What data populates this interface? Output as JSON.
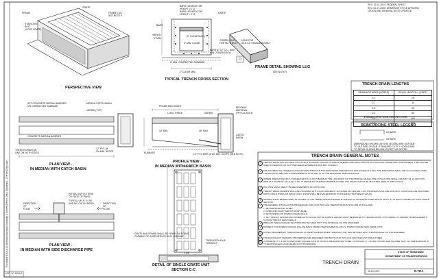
{
  "header": {
    "rev_line1": "REV. 10-31-2014: FEDERAL SHEET",
    "rev_line2": "REV. 01-27-2020: DRAWINGS STYLE UPDATED",
    "rev_line3": "LOGOS AND GENERAL NOTE UPDATED"
  },
  "left_margin_path": "P:\\Indiana 4-B-4 4-B-4\\Details\\Standard Drawings & Sheets\\Trench Drain Drawings\\...\\Trench Drain.dgn",
  "perspective": {
    "title": "PERSPECTIVE VIEW",
    "grate": "GRATE",
    "frame_lug": "FRAME LUG",
    "see_note": "SEE NOTE 9",
    "frame": "FRAME",
    "stainless": "STAINLESS",
    "bolt": "BOLT",
    "per_grate": "(4 PER GRATE)"
  },
  "cross_section": {
    "title": "TYPICAL TRENCH CROSS SECTION",
    "bars_top": "BARS HOOKED FOR",
    "height": "HEIGHT ≥ 1'-6\"",
    "bars_rest": "BARS HOOKED FOR",
    "height2": "HEIGHT < 1'-6\"",
    "grate": "GRATE",
    "bars_x": "BARS",
    "varies": "VARIES",
    "six_min": "6\" MIN.",
    "cl_max": "(2\" CLEAR MAX.)",
    "clr_min": "2\" MIN. CLEAR",
    "bars_c": "BARS AT 12\" O.C. MAX.",
    "min_each": "MIN. 2 BARS EACH",
    "cored": "CORED HOLE",
    "for_bolt": "FOR NO. 6 BOLT",
    "six_bottom": "6\" MIN. COMPACTED SUBBASE",
    "clr_min2": "2\" CLEAR MIN.",
    "hole": "HOLE FOR",
    "stainless": "5/16 x 3\" STAINLESS BOLT"
  },
  "frame_detail": {
    "title": "FRAME DETAIL SHOWING LUG",
    "see_note": "SEE NOTE 9"
  },
  "lengths": {
    "title": "TRENCH DRAIN LENGTHS",
    "col1": "DRAINAGE AREA (ACRES)",
    "col2": "REQ'D LENGTH L (FEET)",
    "rows": [
      [
        "0.1",
        "20"
      ],
      [
        "0.2",
        "40"
      ],
      [
        "0.3",
        "60"
      ],
      [
        "0.4",
        "80"
      ],
      [
        "0.5",
        "100"
      ],
      [
        "0.6",
        "120"
      ]
    ],
    "footnote": "★ BASED ON 50 YEAR DESIGN STORM"
  },
  "steel": {
    "title": "REINFORCING STEEL LEGEND",
    "a": "#4 BARS",
    "b": "#4 BARS",
    "note1": "DIMENSIONS SHOWN ON THIS LEGEND ARE OUTSIDE",
    "note2": "TO OUTSIDE OF BAR. STANDARD CUTS + HOOKS ARE",
    "note3": "TO DETAIL SHOWN BELOW, EXCEPT AS NOTED."
  },
  "plan_basin": {
    "title": "PLAN VIEW -",
    "subtitle": "IN MEDIAN WITH CATCH BASIN",
    "median_barrier": "SET CONCRETE MEDIAN BARRIER",
    "compacted": "ON COMPACTED SUBBASE",
    "median_catch": "MEDIAN CATCH BASIN",
    "varies": "VARIES (TYP.)",
    "concrete": "CONCRETE MEDIAN BARRIER",
    "trench": "TRENCH DRAIN (IN",
    "one_on": "ONE OR BOTH SIDES",
    "pvc": "12\" PVC @",
    "slope": "2% MIN. SLOPE"
  },
  "profile": {
    "title": "PROFILE VIEW -",
    "subtitle": "IN MEDIAN WITH CATCH BASIN",
    "frame": "FRAME AND GRATE",
    "long": "LONG THREE",
    "varies": "VARIES",
    "bedding": "BEDDING",
    "material": "MATERIAL",
    "pipe": "(PIPE-CLASS B",
    "catch": "CATCH",
    "basin": "BASIN",
    "eighteen": "18\" MIN.",
    "subbase": "SUBBASE",
    "slope": "12\" PVC PIPE @ 2% MIN. SLOPE (SEE NOTE)",
    "min": "36\" MAX."
  },
  "grate_detail": {
    "title": "DETAIL OF SINGLE GRATE UNIT",
    "section": "SECTION C-C",
    "four_bars": "4 BRCKS",
    "grate_note1": "GRATE AND FRAME SHALL BE HEAVY DUTY AND",
    "grate_note2": "CAPABLE OF SUPPORTING HS-20 LOADING",
    "threaded": "THREADED HOLE",
    "for_bolt": "FOR BOLT",
    "dims": "2 3/8\""
  },
  "plan_side": {
    "title": "PLAN VIEW -",
    "subtitle": "IN MEDIAN WITH SIDE DISCHARGE PIPE",
    "hr": "HR DIA. BOP (EXTEND",
    "edge": "TO EDGE OF PAVE)",
    "type": "TYPE 61 UP, R, G, RE",
    "and": "AND MC CATCH BASIN",
    "direction": "DIRECTION",
    "of": "OF",
    "flow": "FLOW"
  },
  "notes": {
    "title": "TRENCH DRAIN GENERAL NOTES",
    "items": [
      "TRENCH DRAIN MAY BE USED TO COLLECT ROADWAY RUNOFF IN AREAS WHERE LONG SECTIONS OF FLAT PROFILE GRADE ARE UNAVOIDABLE. THEY MAY BE USED IN MEDIANS OR IN OTHER AREAS WHERE RUNOFF MAY COLLECT.",
      "THE MAXIMUM ALLOWABLE OUTFLOW RATE THROUGH THE DISCHARGE PIPE SHOULD NOT EXCEED 4.0 CFS. THE DISCHARGE SHALL BE CALCULATED USING THE RATIONAL METHOD AS DESCRIBED IN CHAPTER 31 OF THE DRAINAGE DESIGN MANUAL.",
      "WHERE TRENCH DRAIN IS CONNECTED TO A CATCH BASIN AT THE LOW POINT OF THE PROFILE GRADE, THE OUTLET PIPE SHALL CONSIST OF 12-INCH PVC PIPE AT A SLOPE OF AT LEAST 2.0%. IN ORDER TO MAINTAIN MINIMUM COVER, THE TRENCH MUST BE 36 INCHES DEEP AT THE OUTLET.",
      "PVC PIPE SHALL MEET THE REQUIREMENTS OF ASTM F949.",
      "TRENCH DRAIN FRAMES SHALL BE PROVIDED WITH LUGS SPACED AT 12 INCHES ON CENTER. LUG THICKNESS SHALL BE 3/16 INCH. LUGS SHALL BE PROVIDED WITH A HOLE THROUGH WHICH A NO. 4 BAR SHALL BE PLACED PRIOR TO POURING THE TRENCH WALLS.",
      "GRATES SHALL BE SECURELY ATTACHED TO THE TRENCH DRAIN FRAMES BY MEANS OF STAINLESS STEEL BOLTS (5/16 x 3\") IN EACH CORNER OF EACH GRATE SECTION.",
      "THE GENERAL INSTALLATION PROCEDURE FOR CAST-IN-PLACE TRENCH DRAINS SHALL BE AS FOLLOWS:",
      "1. SET REINFORCING STEEL.\n2. FORM AND POUR TRENCH DRAIN BASE.\n3. SET FORMS FOR TRENCH DRAIN WALLS.\n4. SET TRENCH GRATES AND FRAMES INTO PLACE ON THE FORMS. GRATES MUST BE BOLTED TO FRAMES PRIOR TO POURING TO PREVENT DISPLACEMENT.\n5. POUR TRENCH DRAIN WALLS.",
      "PRECAST TRENCH DRAIN SECTIONS MAY BE USED WITH THE APPROVAL OF THE ENGINEER.",
      "PAYMENT FOR TRENCH DRAINS WILL BE MADE UNDER ITEM NUMBER 611-06-01, TRENCH DRAIN PER LINEAR FOOT.",
      "OTHER PROPRIETARY TRENCH DRAIN SYSTEMS OR EQUIVALENT PRODUCT ANY MAY BE USED WITH THE APPROVAL OF THE ENGINEER.",
      "THE EQUIVALENT MATERIAL PROPERTIES ARE REQUIRED FOR BOTH CAST-IN-PLACE AND PRECAST STRUCTURES.",
      "CONCRETE: f'c = 4,000 POUNDS PER SQUARE INCH AT 28 DAYS. REINFORCING STEEL: ASTM A615, fy = 60,000 POUNDS PER SQUARE INCH. ALL REINFORCING IS TO BE INSTALLED AS DETAILED ON THIS DRAWING."
    ]
  },
  "title_block": {
    "state": "STATE OF TENNESSEE",
    "dept": "DEPARTMENT OF TRANSPORTATION",
    "drawing": "TRENCH DRAIN",
    "date": "09-15-2007",
    "number": "D-TD-1",
    "not_to_scale": "NOT TO SCALE"
  }
}
